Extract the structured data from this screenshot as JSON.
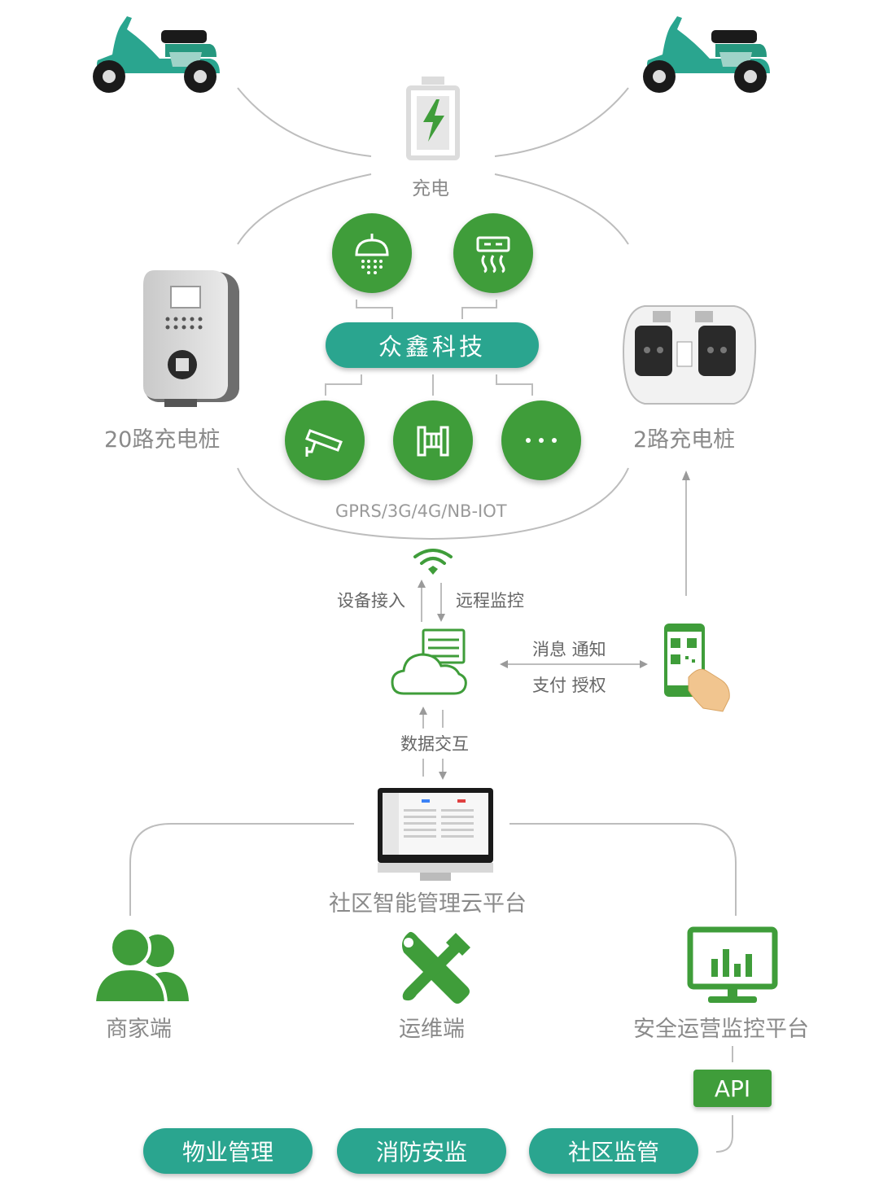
{
  "diagram": {
    "charging_label": "充电",
    "brand": "众鑫科技",
    "network": "GPRS/3G/4G/NB-IOT",
    "device_access": "设备接入",
    "remote_monitor": "远程监控",
    "message_notify": "消息 通知",
    "payment_auth": "支付 授权",
    "data_exchange": "数据交互",
    "left_charger": "20路充电桩",
    "right_charger": "2路充电桩",
    "platform": "社区智能管理云平台",
    "merchant": "商家端",
    "maintenance": "运维端",
    "security_platform": "安全运营监控平台",
    "api": "API",
    "bottom_pills": [
      "物业管理",
      "消防安监",
      "社区监管"
    ],
    "colors": {
      "teal": "#2aa58f",
      "green": "#3f9d3a",
      "line": "#bdbdbd",
      "text": "#8a8a8a"
    }
  }
}
